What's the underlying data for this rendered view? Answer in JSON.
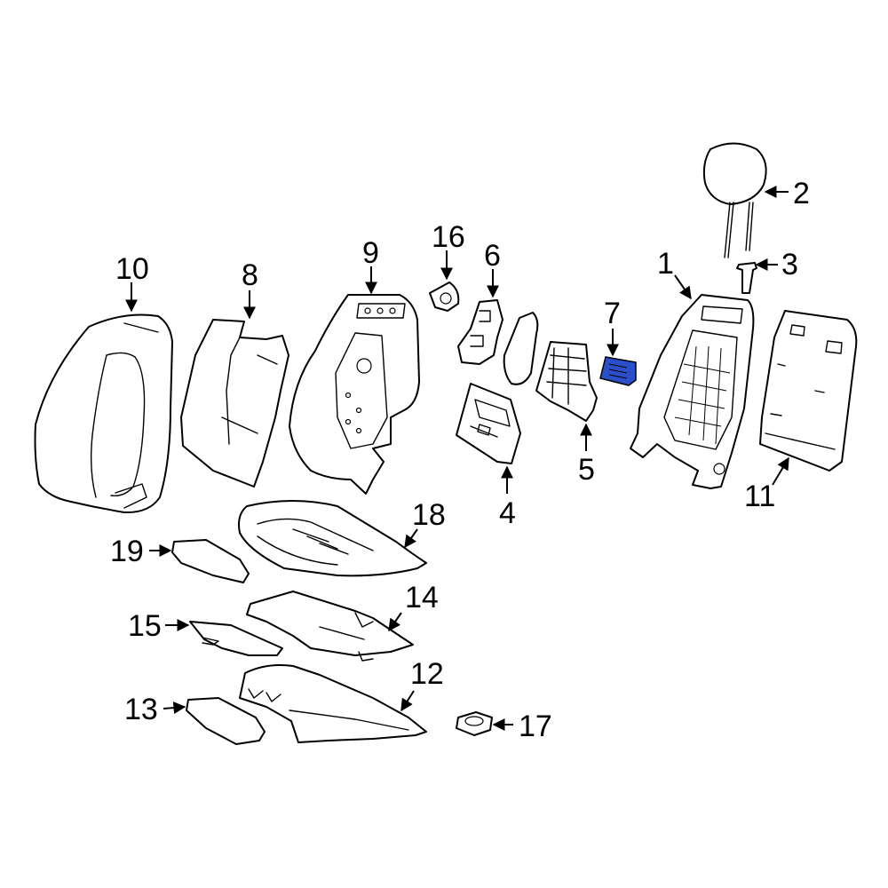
{
  "diagram": {
    "highlight_color": "#2a4fc9",
    "line_color": "#000000",
    "background": "#ffffff",
    "callouts": [
      {
        "id": "1",
        "label": "1"
      },
      {
        "id": "2",
        "label": "2"
      },
      {
        "id": "3",
        "label": "3"
      },
      {
        "id": "4",
        "label": "4"
      },
      {
        "id": "5",
        "label": "5"
      },
      {
        "id": "6",
        "label": "6"
      },
      {
        "id": "7",
        "label": "7",
        "highlighted": true
      },
      {
        "id": "8",
        "label": "8"
      },
      {
        "id": "9",
        "label": "9"
      },
      {
        "id": "10",
        "label": "10"
      },
      {
        "id": "11",
        "label": "11"
      },
      {
        "id": "12",
        "label": "12"
      },
      {
        "id": "13",
        "label": "13"
      },
      {
        "id": "14",
        "label": "14"
      },
      {
        "id": "15",
        "label": "15"
      },
      {
        "id": "16",
        "label": "16"
      },
      {
        "id": "17",
        "label": "17"
      },
      {
        "id": "18",
        "label": "18"
      },
      {
        "id": "19",
        "label": "19"
      }
    ]
  }
}
